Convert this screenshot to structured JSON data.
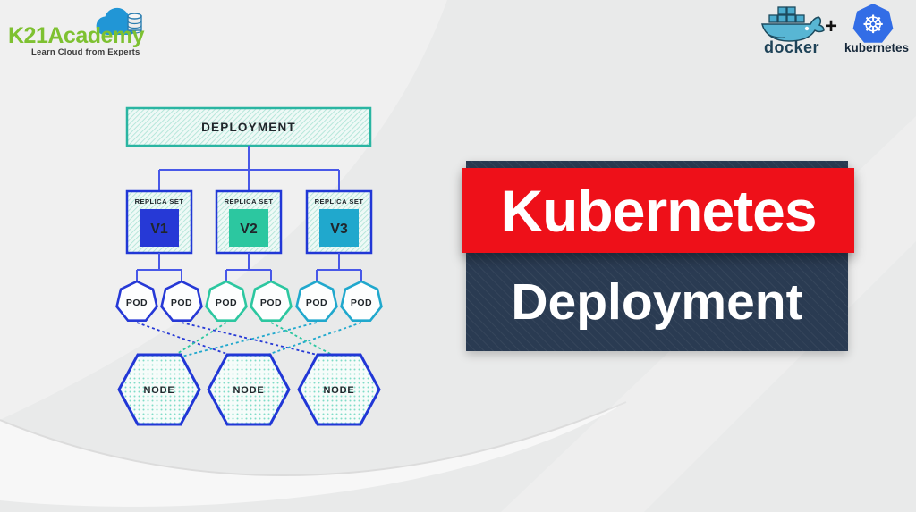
{
  "brand": {
    "name": "K21Academy",
    "tagline": "Learn Cloud from Experts",
    "text_color": "#7ec131"
  },
  "partners": {
    "docker_label": "docker",
    "plus": "+",
    "kubernetes_label": "kubernetes",
    "kubernetes_icon": "☸",
    "kubernetes_blue": "#326de6"
  },
  "banner": {
    "title": "Kubernetes",
    "subtitle": "Deployment",
    "title_bg": "#ee1019",
    "subtitle_bg": "#2a3b52",
    "text_color": "#ffffff"
  },
  "diagram": {
    "deployment": {
      "label": "DEPLOYMENT",
      "border_color": "#2ab5a2"
    },
    "replica_sets": [
      {
        "label": "REPLICA SET",
        "version": "V1",
        "color": "#2639d6"
      },
      {
        "label": "REPLICA SET",
        "version": "V2",
        "color": "#2cc7a0"
      },
      {
        "label": "REPLICA SET",
        "version": "V3",
        "color": "#20a8cd"
      }
    ],
    "pods": [
      {
        "label": "POD",
        "color": "#2639d6"
      },
      {
        "label": "POD",
        "color": "#2639d6"
      },
      {
        "label": "POD",
        "color": "#2cc7a0"
      },
      {
        "label": "POD",
        "color": "#2cc7a0"
      },
      {
        "label": "POD",
        "color": "#20a8cd"
      },
      {
        "label": "POD",
        "color": "#20a8cd"
      }
    ],
    "nodes": [
      {
        "label": "NODE"
      },
      {
        "label": "NODE"
      },
      {
        "label": "NODE"
      }
    ],
    "connections": [
      {
        "from": "pod-1",
        "to": "node-2",
        "color": "#2639d6"
      },
      {
        "from": "pod-2",
        "to": "node-3",
        "color": "#2639d6"
      },
      {
        "from": "pod-3",
        "to": "node-1",
        "color": "#2cc7a0"
      },
      {
        "from": "pod-4",
        "to": "node-3",
        "color": "#2cc7a0"
      },
      {
        "from": "pod-5",
        "to": "node-1",
        "color": "#20a8cd"
      },
      {
        "from": "pod-6",
        "to": "node-2",
        "color": "#20a8cd"
      }
    ],
    "connector_color": "#4858e8",
    "replica_border_color": "#2137d6"
  }
}
